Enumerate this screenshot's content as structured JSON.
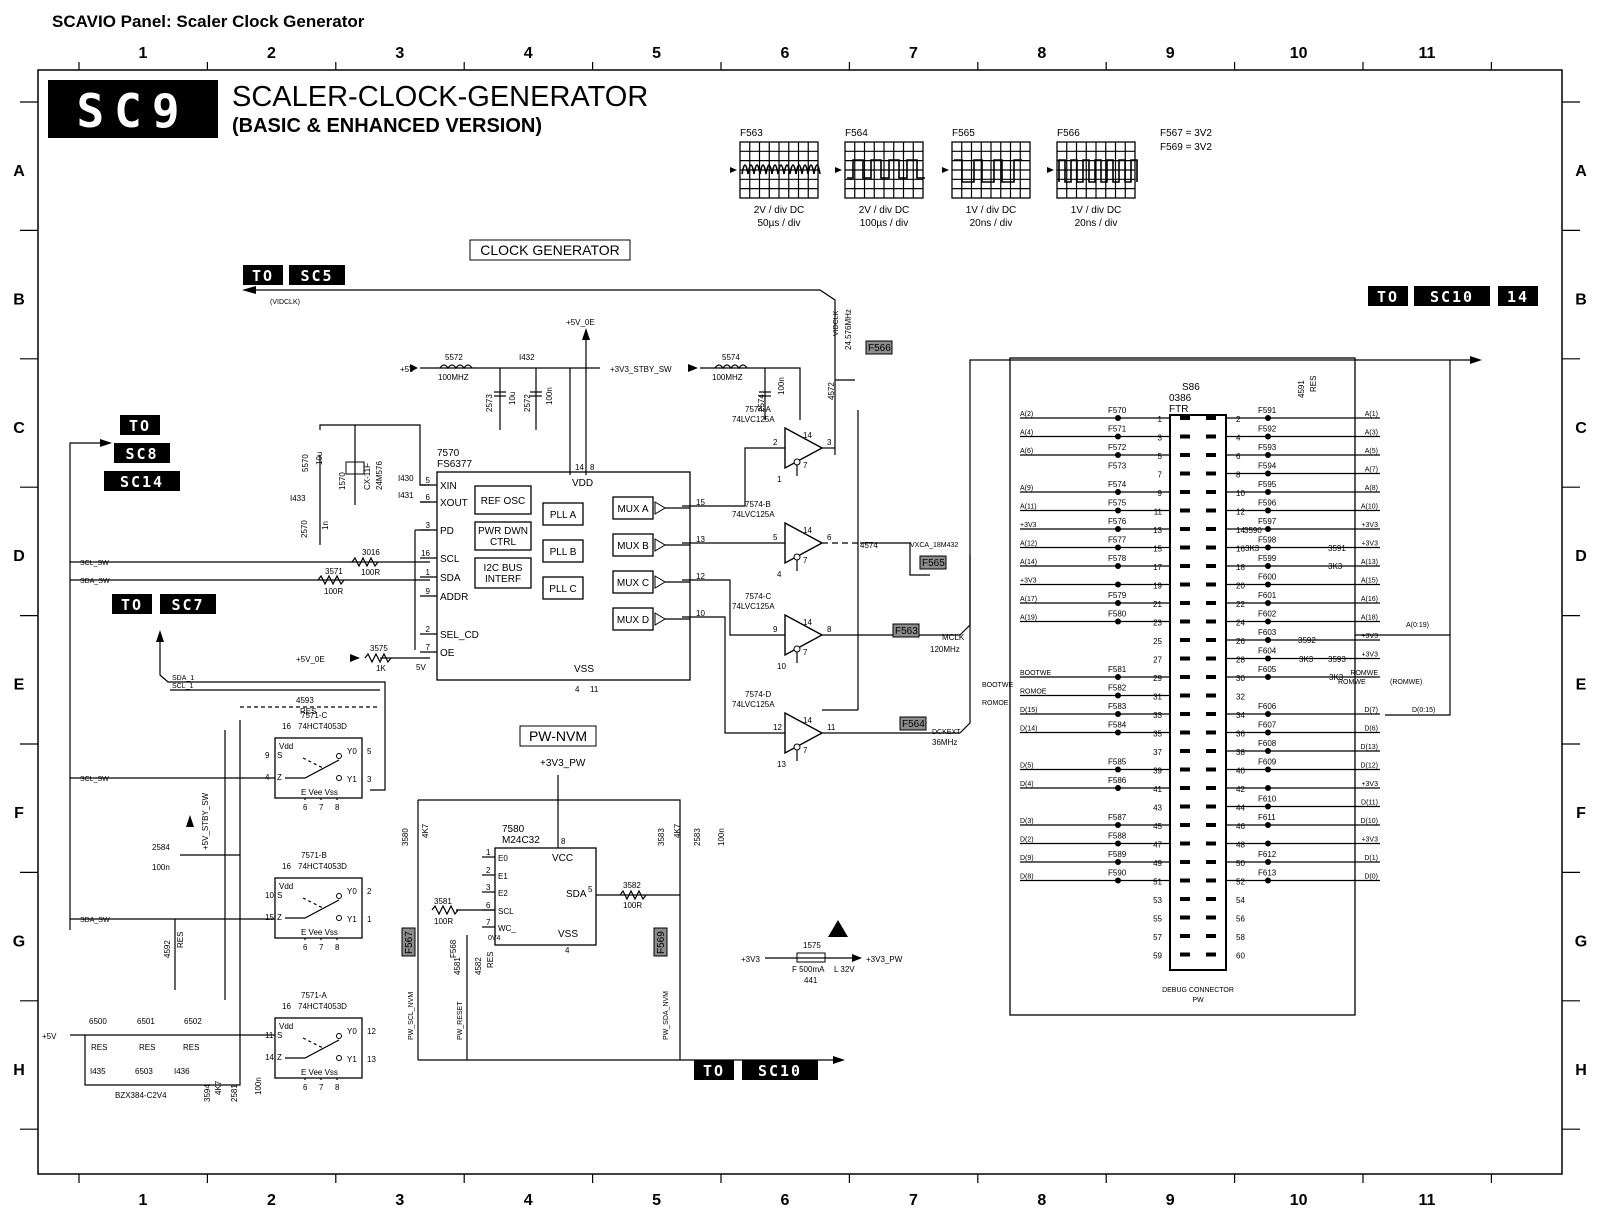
{
  "page_title": "SCAVIO Panel: Scaler Clock Generator",
  "grid": {
    "columns": [
      "1",
      "2",
      "3",
      "4",
      "5",
      "6",
      "7",
      "8",
      "9",
      "10",
      "11"
    ],
    "rows": [
      "A",
      "B",
      "C",
      "D",
      "E",
      "F",
      "G",
      "H"
    ]
  },
  "sheet": {
    "badge": "SC9",
    "title": "SCALER-CLOCK-GENERATOR",
    "subtitle": "(BASIC & ENHANCED VERSION)",
    "section_clock": "CLOCK GENERATOR",
    "section_nvm": "PW-NVM",
    "debug_label": "DEBUG CONNECTOR",
    "debug_sub": "PW"
  },
  "scopes": [
    {
      "id": "F563",
      "scale": "2V / div DC",
      "time": "50µs / div"
    },
    {
      "id": "F564",
      "scale": "2V / div DC",
      "time": "100µs / div"
    },
    {
      "id": "F565",
      "scale": "1V / div DC",
      "time": "20ns / div"
    },
    {
      "id": "F566",
      "scale": "1V / div DC",
      "time": "20ns / div"
    }
  ],
  "scope_notes": [
    "F567 = 3V2",
    "F569 = 3V2"
  ],
  "to_links": {
    "to": "TO",
    "sc5": "SC5",
    "sc8": "SC8",
    "sc14": "SC14",
    "sc7": "SC7",
    "sc10": "SC10",
    "sc10_14_a": "SC10",
    "sc10_14_b": "14"
  },
  "ic_7570": {
    "ref": "7570",
    "part": "FS6377",
    "pins_left": [
      {
        "num": "5",
        "name": "XIN"
      },
      {
        "num": "6",
        "name": "XOUT"
      },
      {
        "num": "3",
        "name": "PD"
      },
      {
        "num": "16",
        "name": "SCL"
      },
      {
        "num": "1",
        "name": "SDA"
      },
      {
        "num": "9",
        "name": "ADDR"
      },
      {
        "num": "2",
        "name": "SEL_CD"
      },
      {
        "num": "7",
        "name": "OE"
      }
    ],
    "blocks": [
      "REF OSC",
      "PWR DWN CTRL",
      "I2C BUS INTERF",
      "PLL A",
      "PLL B",
      "PLL C",
      "MUX A",
      "MUX B",
      "MUX C",
      "MUX D"
    ],
    "vdd": "VDD",
    "vss": "VSS",
    "vdd_pins": [
      "14",
      "8"
    ],
    "vss_pins": [
      "4",
      "11"
    ],
    "out_pins": [
      "15",
      "13",
      "12",
      "10"
    ]
  },
  "buffers": [
    {
      "ref": "7574-A",
      "part": "74LVC125A",
      "in": "2",
      "en": "1",
      "out": "3",
      "vdd": "14",
      "gnd": "7"
    },
    {
      "ref": "7574-B",
      "part": "74LVC125A",
      "in": "5",
      "en": "4",
      "out": "6",
      "vdd": "14",
      "gnd": "7"
    },
    {
      "ref": "7574-C",
      "part": "74LVC125A",
      "in": "9",
      "en": "10",
      "out": "8",
      "vdd": "14",
      "gnd": "7"
    },
    {
      "ref": "7574-D",
      "part": "74LVC125A",
      "in": "12",
      "en": "13",
      "out": "11",
      "vdd": "14",
      "gnd": "7"
    }
  ],
  "muxes": [
    {
      "ref": "7571-C",
      "part": "74HCT4053D",
      "pins": [
        "16",
        "9",
        "4",
        "5",
        "3"
      ],
      "y0": "Y0",
      "y1": "Y1"
    },
    {
      "ref": "7571-B",
      "part": "74HCT4053D",
      "pins": [
        "16",
        "10",
        "15",
        "2",
        "1"
      ],
      "y0": "Y0",
      "y1": "Y1"
    },
    {
      "ref": "7571-A",
      "part": "74HCT4053D",
      "pins": [
        "16",
        "11",
        "14",
        "12",
        "13"
      ],
      "y0": "Y0",
      "y1": "Y1"
    }
  ],
  "mux_pin_labels": {
    "vdd": "Vdd",
    "s": "S",
    "z": "Z",
    "bottom": "E Vee Vss",
    "bottom_pins": [
      "6",
      "7",
      "8"
    ]
  },
  "nvm": {
    "ref": "7580",
    "part": "M24C32",
    "pins": [
      {
        "num": "1",
        "name": "E0"
      },
      {
        "num": "2",
        "name": "E1"
      },
      {
        "num": "3",
        "name": "E2"
      },
      {
        "num": "6",
        "name": "SCL"
      },
      {
        "num": "7",
        "name": "WC_"
      }
    ],
    "vcc": "VCC",
    "vcc_pin": "8",
    "sda": "SDA",
    "sda_pin": "5",
    "vss": "VSS",
    "vss_pin": "4",
    "supply": "+3V3_PW"
  },
  "components": {
    "l5572": "5572",
    "l5572v": "100MHZ",
    "l5574": "5574",
    "l5574v": "100MHZ",
    "c2573": "2573",
    "c2573v": "10u",
    "c2572": "2572",
    "c2572v": "100n",
    "c2574": "2574",
    "c2574v": "100n",
    "r4572": "4572",
    "c5570": "5570",
    "c5570v": "10u",
    "x1570": "1570",
    "x1570p": "CX-11F",
    "x1570v": "24M576",
    "c2570": "2570",
    "c2570v": "1n",
    "r3016": "3016",
    "r3016v": "100R",
    "r3571": "3571",
    "r3571v": "100R",
    "r3575": "3575",
    "r3575v": "1K",
    "r4593": "4593",
    "r4593v": "RES",
    "r4592": "4592",
    "r4592v": "RES",
    "c2584": "2584",
    "c2584v": "100n",
    "r3580": "3580",
    "r3580v": "4K7",
    "r3581": "3581",
    "r3581v": "100R",
    "r3582": "3582",
    "r3582v": "100R",
    "r3583": "3583",
    "r3583v": "4K7",
    "c2583": "2583",
    "c2583v": "100n",
    "r4581": "4581",
    "r4582": "4582",
    "r4582v": "RES",
    "f1575": "1575",
    "f1575v": "F 500mA",
    "f1575x": "L 32V",
    "f1575n": "441",
    "d6500": "6500",
    "d6501": "6501",
    "d6502": "6502",
    "dres": "RES",
    "d6503": "6503",
    "d6503v": "BZX384-C2V4",
    "r3594": "3594",
    "r3594v": "4K7",
    "c2581": "2581",
    "c2581v": "100n",
    "r3590": "3590",
    "r3590v": "3K3",
    "r3591": "3591",
    "r3591v": "3K3",
    "r3592": "3592",
    "r3592v": "3K3",
    "r3593": "3593",
    "r3593v": "3K3",
    "r4591": "4591",
    "r4591v": "RES"
  },
  "nets": {
    "p5v": "+5V",
    "p5v0e": "+5V_0E",
    "p3v3stby": "+3V3_STBY_SW",
    "p5vstby": "+5V_STBY_SW",
    "p3v3": "+3V3",
    "p3v3pw": "+3V3_PW",
    "vidclk": "VIDCLK",
    "vidclk_f": "24.576MHz",
    "vidclk_b": "(VIDCLK)",
    "vxca": "VXCA_18M432",
    "mclk": "MCLK",
    "mclk_f": "120MHz",
    "dckext": "DCKEXT",
    "dckext_f": "36MHz",
    "scl_sw": "SCL_SW",
    "sda_sw": "SDA_SW",
    "sda1": "SDA_1",
    "scl1": "SCL_1",
    "pw_scl": "PW_SCL_NVM",
    "pw_reset": "PW_RESET",
    "pw_sda": "PW_SDA_NVM",
    "bootwe": "BOOTWE",
    "romoe": "ROMOE",
    "romwe": "ROMWE",
    "romwe_b": "(ROMWE)",
    "a_bus": "A(0:19)",
    "d_bus": "D(0:15)",
    "v5": "5V",
    "ov4": "0V4",
    "i430": "I430",
    "i431": "I431",
    "i432": "I432",
    "i433": "I433",
    "i435": "I435",
    "i436": "I436",
    "n4574": "4574"
  },
  "flags": [
    "F563",
    "F564",
    "F565",
    "F566",
    "F567",
    "F568",
    "F569"
  ],
  "connector": {
    "ref": "S86",
    "part": "0386",
    "type": "FTR",
    "rows": [
      {
        "l": "1",
        "r": "2",
        "fl": "F570",
        "fr": "F591",
        "nl": "A(2)",
        "nr": "A(1)"
      },
      {
        "l": "3",
        "r": "4",
        "fl": "F571",
        "fr": "F592",
        "nl": "A(4)",
        "nr": "A(3)"
      },
      {
        "l": "5",
        "r": "6",
        "fl": "F572",
        "fr": "F593",
        "nl": "A(6)",
        "nr": "A(5)"
      },
      {
        "l": "7",
        "r": "8",
        "fl": "F573",
        "fr": "F594",
        "nl": "",
        "nr": "A(7)"
      },
      {
        "l": "9",
        "r": "10",
        "fl": "F574",
        "fr": "F595",
        "nl": "A(9)",
        "nr": "A(8)"
      },
      {
        "l": "11",
        "r": "12",
        "fl": "F575",
        "fr": "F596",
        "nl": "A(11)",
        "nr": "A(10)"
      },
      {
        "l": "13",
        "r": "14",
        "fl": "F576",
        "fr": "F597",
        "nl": "+3V3",
        "nr": "+3V3"
      },
      {
        "l": "15",
        "r": "16",
        "fl": "F577",
        "fr": "F598",
        "nl": "A(12)",
        "nr": "+3V3"
      },
      {
        "l": "17",
        "r": "18",
        "fl": "F578",
        "fr": "F599",
        "nl": "A(14)",
        "nr": "A(13)"
      },
      {
        "l": "19",
        "r": "20",
        "fl": "",
        "fr": "F600",
        "nl": "+3V3",
        "nr": "A(15)"
      },
      {
        "l": "21",
        "r": "22",
        "fl": "F579",
        "fr": "F601",
        "nl": "A(17)",
        "nr": "A(16)"
      },
      {
        "l": "23",
        "r": "24",
        "fl": "F580",
        "fr": "F602",
        "nl": "A(19)",
        "nr": "A(18)"
      },
      {
        "l": "25",
        "r": "26",
        "fl": "",
        "fr": "F603",
        "nl": "",
        "nr": "+3V3"
      },
      {
        "l": "27",
        "r": "28",
        "fl": "",
        "fr": "F604",
        "nl": "",
        "nr": "+3V3"
      },
      {
        "l": "29",
        "r": "30",
        "fl": "F581",
        "fr": "F605",
        "nl": "BOOTWE",
        "nr": "ROMWE"
      },
      {
        "l": "31",
        "r": "32",
        "fl": "F582",
        "fr": "",
        "nl": "ROMOE",
        "nr": ""
      },
      {
        "l": "33",
        "r": "34",
        "fl": "F583",
        "fr": "F606",
        "nl": "D(15)",
        "nr": "D(7)"
      },
      {
        "l": "35",
        "r": "36",
        "fl": "F584",
        "fr": "F607",
        "nl": "D(14)",
        "nr": "D(6)"
      },
      {
        "l": "37",
        "r": "38",
        "fl": "",
        "fr": "F608",
        "nl": "",
        "nr": "D(13)"
      },
      {
        "l": "39",
        "r": "40",
        "fl": "F585",
        "fr": "F609",
        "nl": "D(5)",
        "nr": "D(12)"
      },
      {
        "l": "41",
        "r": "42",
        "fl": "F586",
        "fr": "",
        "nl": "D(4)",
        "nr": "+3V3"
      },
      {
        "l": "43",
        "r": "44",
        "fl": "",
        "fr": "F610",
        "nl": "",
        "nr": "D(11)"
      },
      {
        "l": "45",
        "r": "46",
        "fl": "F587",
        "fr": "F611",
        "nl": "D(3)",
        "nr": "D(10)"
      },
      {
        "l": "47",
        "r": "48",
        "fl": "F588",
        "fr": "",
        "nl": "D(2)",
        "nr": "+3V3"
      },
      {
        "l": "49",
        "r": "50",
        "fl": "F589",
        "fr": "F612",
        "nl": "D(9)",
        "nr": "D(1)"
      },
      {
        "l": "51",
        "r": "52",
        "fl": "F590",
        "fr": "F613",
        "nl": "D(8)",
        "nr": "D(0)"
      },
      {
        "l": "53",
        "r": "54",
        "fl": "",
        "fr": "",
        "nl": "",
        "nr": ""
      },
      {
        "l": "55",
        "r": "56",
        "fl": "",
        "fr": "",
        "nl": "",
        "nr": ""
      },
      {
        "l": "57",
        "r": "58",
        "fl": "",
        "fr": "",
        "nl": "",
        "nr": ""
      },
      {
        "l": "59",
        "r": "60",
        "fl": "",
        "fr": "",
        "nl": "",
        "nr": ""
      }
    ]
  }
}
